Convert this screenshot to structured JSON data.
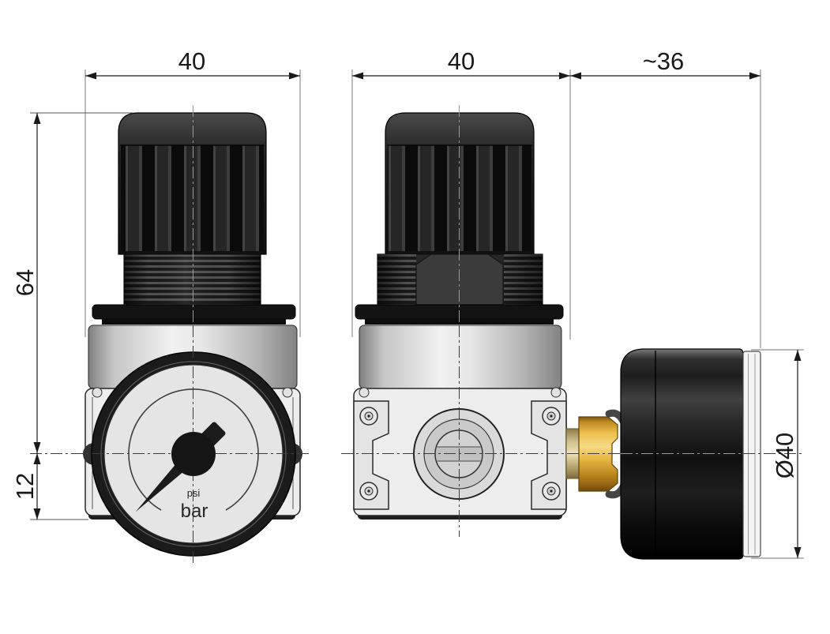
{
  "drawing": {
    "dimensions": {
      "front_width": "40",
      "side_width": "40",
      "gauge_depth": "~36",
      "upper_height": "64",
      "port_to_bottom": "12",
      "gauge_diameter": "Ø40"
    },
    "gauge_face": {
      "unit_secondary": "psi",
      "unit_primary": "bar"
    },
    "colors": {
      "background": "#ffffff",
      "object_line": "#1a1a1a",
      "extension_line": "#8f8f8f",
      "centerline": "#3c3c3c",
      "knob_black": "#1b1b1b",
      "body_gray": "#ededed",
      "brass": "#e3aa3f",
      "gauge_face": "#e5e5e5"
    }
  }
}
